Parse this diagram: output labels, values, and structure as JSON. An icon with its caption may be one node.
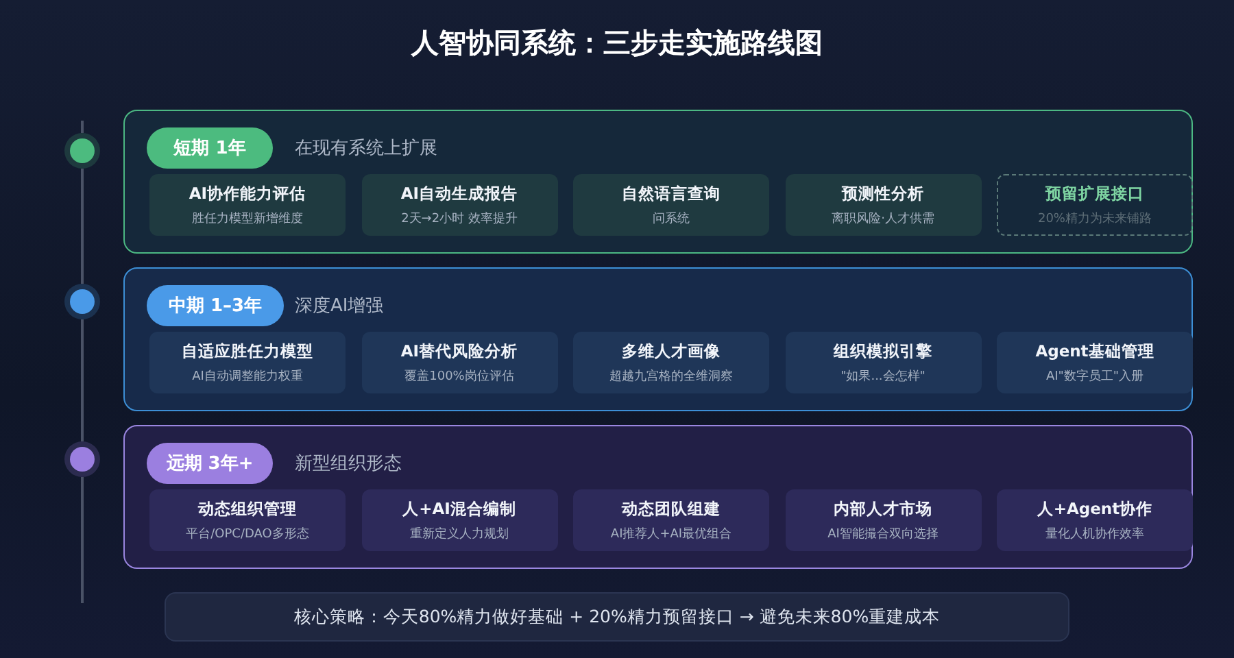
{
  "diagram": {
    "title": "人智协同系统：三步走实施路线图",
    "nodes": [
      {
        "text": [
          "在现有系统上扩展"
        ]
      },
      {
        "text": [
          "短期 1年"
        ],
        "in": 0
      },
      {
        "text": [
          "AI协作能力评估",
          "胜任力模型新增维度"
        ],
        "in": 0
      },
      {
        "text": [
          "AI自动生成报告",
          "2天→2小时 效率提升"
        ],
        "in": 0
      },
      {
        "text": [
          "自然语言查询",
          "问系统"
        ],
        "in": 0
      },
      {
        "text": [
          "预测性分析",
          "离职风险·人才供需"
        ],
        "in": 0
      },
      {
        "text": [
          "预留扩展接口",
          "20%精力为未来铺路"
        ],
        "in": 0
      },
      {
        "text": [
          "深度AI增强"
        ]
      },
      {
        "text": [
          "中期 1–3年"
        ],
        "in": 7
      },
      {
        "text": [
          "自适应胜任力模型",
          "AI自动调整能力权重"
        ],
        "in": 7
      },
      {
        "text": [
          "AI替代风险分析",
          "覆盖100%岗位评估"
        ],
        "in": 7
      },
      {
        "text": [
          "多维人才画像",
          "超越九宫格的全维洞察"
        ],
        "in": 7
      },
      {
        "text": [
          "组织模拟引擎",
          "\"如果...会怎样\""
        ],
        "in": 7
      },
      {
        "text": [
          "Agent基础管理",
          "AI\"数字员工\"入册"
        ],
        "in": 7
      },
      {
        "text": [
          "新型组织形态"
        ]
      },
      {
        "text": [
          "远期 3年+"
        ],
        "in": 14
      },
      {
        "text": [
          "动态组织管理",
          "平台/OPC/DAO多形态"
        ],
        "in": 14
      },
      {
        "text": [
          "人+AI混合编制",
          "重新定义人力规划"
        ],
        "in": 14
      },
      {
        "text": [
          "动态团队组建",
          "AI推荐人+AI最优组合"
        ],
        "in": 14
      },
      {
        "text": [
          "内部人才市场",
          "AI智能撮合双向选择"
        ],
        "in": 14
      },
      {
        "text": [
          "人+Agent协作",
          "量化人机协作效率"
        ],
        "in": 14
      },
      {
        "text": [
          "核心策略：今天80%精力做好基础 + 20%精力预留接口 → 避免未来80%重建成本"
        ]
      },
      {
        "text": [],
        "shape": "circle"
      },
      {
        "text": [],
        "shape": "circle"
      },
      {
        "text": [],
        "shape": "circle"
      }
    ],
    "edges": [
      {
        "from": 22,
        "to": 23,
        "arrow": "none"
      },
      {
        "from": 23,
        "to": 24,
        "arrow": "none"
      }
    ]
  }
}
